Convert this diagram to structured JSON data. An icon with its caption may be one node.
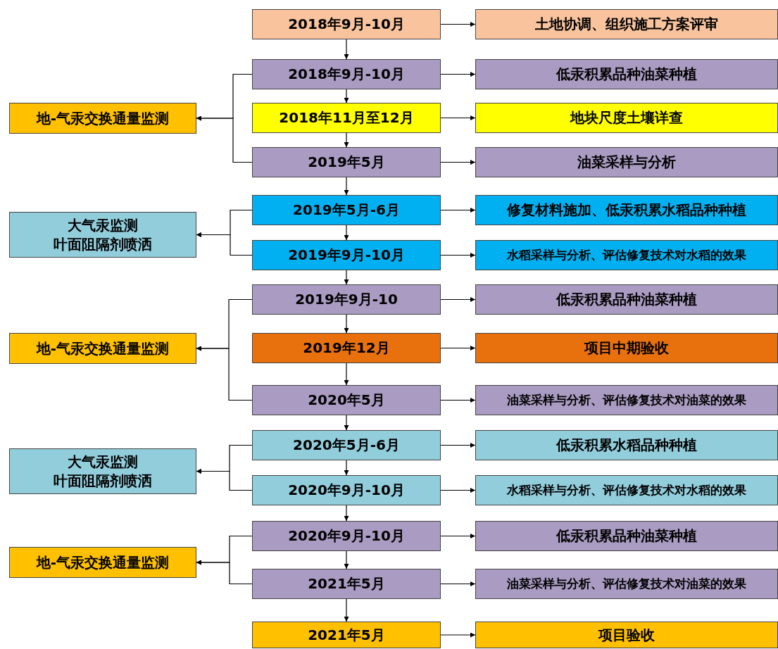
{
  "diagram": {
    "nodes": [
      {
        "text": [
          "2018年9月-10月"
        ]
      },
      {
        "text": [
          "2018年9月-10月"
        ]
      },
      {
        "text": [
          "2018年11月至12月"
        ]
      },
      {
        "text": [
          "2019年5月"
        ]
      },
      {
        "text": [
          "2019年5月-6月"
        ]
      },
      {
        "text": [
          "2019年9月-10月"
        ]
      },
      {
        "text": [
          "2019年9月-10"
        ]
      },
      {
        "text": [
          "2019年12月"
        ]
      },
      {
        "text": [
          "2020年5月"
        ]
      },
      {
        "text": [
          "2020年5月-6月"
        ]
      },
      {
        "text": [
          "2020年9月-10月"
        ]
      },
      {
        "text": [
          "2020年9月-10月"
        ]
      },
      {
        "text": [
          "2021年5月"
        ]
      },
      {
        "text": [
          "2021年5月"
        ]
      },
      {
        "text": [
          "土地协调、组织施工方案评审"
        ]
      },
      {
        "text": [
          "低汞积累品种油菜种植"
        ]
      },
      {
        "text": [
          "地块尺度土壤详查"
        ]
      },
      {
        "text": [
          "油菜采样与分析"
        ]
      },
      {
        "text": [
          "修复材料施加、低汞积累水稻品种种植"
        ]
      },
      {
        "text": [
          "水稻采样与分析、评估修复技术对水稻的效果"
        ]
      },
      {
        "text": [
          "低汞积累品种油菜种植"
        ]
      },
      {
        "text": [
          "项目中期验收"
        ]
      },
      {
        "text": [
          "油菜采样与分析、评估修复技术对油菜的效果"
        ]
      },
      {
        "text": [
          "低汞积累水稻品种种植"
        ]
      },
      {
        "text": [
          "水稻采样与分析、评估修复技术对水稻的效果"
        ]
      },
      {
        "text": [
          "低汞积累品种油菜种植"
        ]
      },
      {
        "text": [
          "油菜采样与分析、评估修复技术对油菜的效果"
        ]
      },
      {
        "text": [
          "项目验收"
        ]
      },
      {
        "text": [
          "地-气汞交换通量监测"
        ]
      },
      {
        "text": [
          "大气汞监测",
          "叶面阻隔剂喷洒"
        ]
      },
      {
        "text": [
          "地-气汞交换通量监测"
        ]
      },
      {
        "text": [
          "大气汞监测",
          "叶面阻隔剂喷洒"
        ]
      },
      {
        "text": [
          "地-气汞交换通量监测"
        ]
      }
    ],
    "edges": [
      {
        "from": 0,
        "to": 1,
        "arrow": "to"
      },
      {
        "from": 1,
        "to": 2,
        "arrow": "to"
      },
      {
        "from": 2,
        "to": 3,
        "arrow": "to"
      },
      {
        "from": 3,
        "to": 4,
        "arrow": "to"
      },
      {
        "from": 4,
        "to": 5,
        "arrow": "to"
      },
      {
        "from": 5,
        "to": 6,
        "arrow": "to"
      },
      {
        "from": 6,
        "to": 7,
        "arrow": "to"
      },
      {
        "from": 7,
        "to": 8,
        "arrow": "to"
      },
      {
        "from": 8,
        "to": 9,
        "arrow": "to"
      },
      {
        "from": 9,
        "to": 10,
        "arrow": "to"
      },
      {
        "from": 10,
        "to": 11,
        "arrow": "to"
      },
      {
        "from": 11,
        "to": 12,
        "arrow": "to"
      },
      {
        "from": 12,
        "to": 13,
        "arrow": "to"
      },
      {
        "from": 0,
        "to": 14,
        "arrow": "to"
      },
      {
        "from": 1,
        "to": 15,
        "arrow": "to"
      },
      {
        "from": 2,
        "to": 16,
        "arrow": "to"
      },
      {
        "from": 3,
        "to": 17,
        "arrow": "to"
      },
      {
        "from": 4,
        "to": 18,
        "arrow": "to"
      },
      {
        "from": 5,
        "to": 19,
        "arrow": "to"
      },
      {
        "from": 6,
        "to": 20,
        "arrow": "to"
      },
      {
        "from": 7,
        "to": 21,
        "arrow": "to"
      },
      {
        "from": 8,
        "to": 22,
        "arrow": "to"
      },
      {
        "from": 9,
        "to": 23,
        "arrow": "to"
      },
      {
        "from": 10,
        "to": 24,
        "arrow": "to"
      },
      {
        "from": 11,
        "to": 25,
        "arrow": "to"
      },
      {
        "from": 12,
        "to": 26,
        "arrow": "to"
      },
      {
        "from": 13,
        "to": 27,
        "arrow": "to"
      },
      {
        "from": 1,
        "to": 28,
        "arrow": "to"
      },
      {
        "from": 3,
        "to": 28,
        "arrow": "to"
      },
      {
        "from": 4,
        "to": 29,
        "arrow": "to"
      },
      {
        "from": 5,
        "to": 29,
        "arrow": "to"
      },
      {
        "from": 6,
        "to": 30,
        "arrow": "to"
      },
      {
        "from": 8,
        "to": 30,
        "arrow": "to"
      },
      {
        "from": 9,
        "to": 31,
        "arrow": "to"
      },
      {
        "from": 10,
        "to": 31,
        "arrow": "to"
      },
      {
        "from": 11,
        "to": 32,
        "arrow": "to"
      },
      {
        "from": 12,
        "to": 32,
        "arrow": "to"
      }
    ]
  }
}
